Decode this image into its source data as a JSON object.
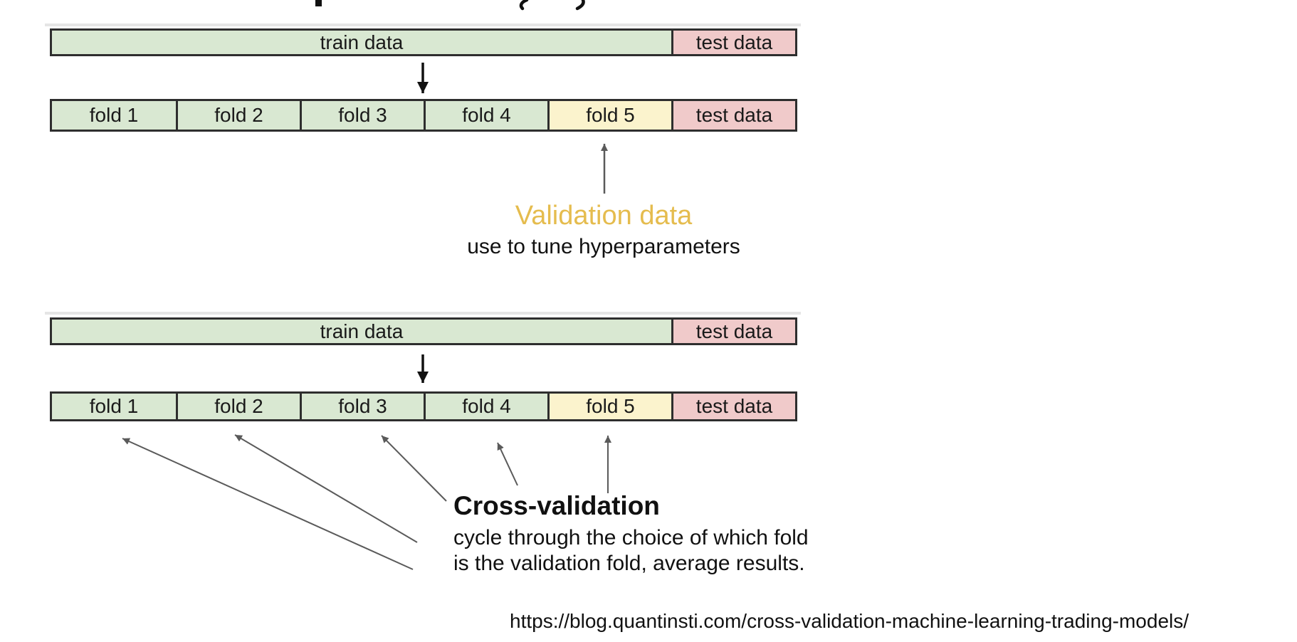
{
  "colors": {
    "fold_green": "#d9e8d2",
    "fold_yellow": "#fbf3cd",
    "test_pink": "#f0caca",
    "box_border": "#2e2e2e",
    "validation_gold": "#e5bc4e",
    "arrow_gray": "#5a5a5a",
    "arrow_black": "#111111"
  },
  "diagram1": {
    "train_bar": {
      "train_label": "train data",
      "test_label": "test data"
    },
    "fold_bar": {
      "folds": [
        "fold 1",
        "fold 2",
        "fold 3",
        "fold 4",
        "fold 5"
      ],
      "test_label": "test data"
    },
    "annotation": {
      "title": "Validation data",
      "subtitle": "use to tune hyperparameters"
    }
  },
  "diagram2": {
    "train_bar": {
      "train_label": "train data",
      "test_label": "test data"
    },
    "fold_bar": {
      "folds": [
        "fold 1",
        "fold 2",
        "fold 3",
        "fold 4",
        "fold 5"
      ],
      "test_label": "test data"
    },
    "annotation": {
      "title": "Cross-validation",
      "line1": "cycle through the choice of which fold",
      "line2": "is the validation fold, average results."
    }
  },
  "footer": {
    "source_url": "https://blog.quantinsti.com/cross-validation-machine-learning-trading-models/"
  }
}
